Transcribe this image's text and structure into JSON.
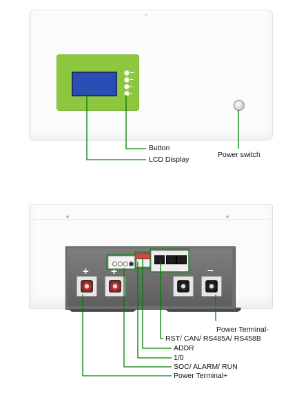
{
  "front_view": {
    "callouts": {
      "button": "Button",
      "lcd_display": "LCD Display",
      "power_switch": "Power switch"
    }
  },
  "back_view": {
    "callouts": {
      "power_terminal_minus": "Power Terminal-",
      "comm_ports": "RST/ CAN/ RS485A/ RS458B",
      "addr": "ADDR",
      "io": "1/0",
      "indicators": "SOC/ ALARM/ RUN",
      "power_terminal_plus": "Power Terminal+"
    },
    "terminal_signs": {
      "plus": "+",
      "minus": "−"
    }
  },
  "colors": {
    "lcd_panel": "#8dc63f",
    "lcd_screen": "#2a4fb4",
    "leader_line": "#008000",
    "positive_terminal": "#b93a3a",
    "negative_terminal": "#2b2b2b"
  }
}
